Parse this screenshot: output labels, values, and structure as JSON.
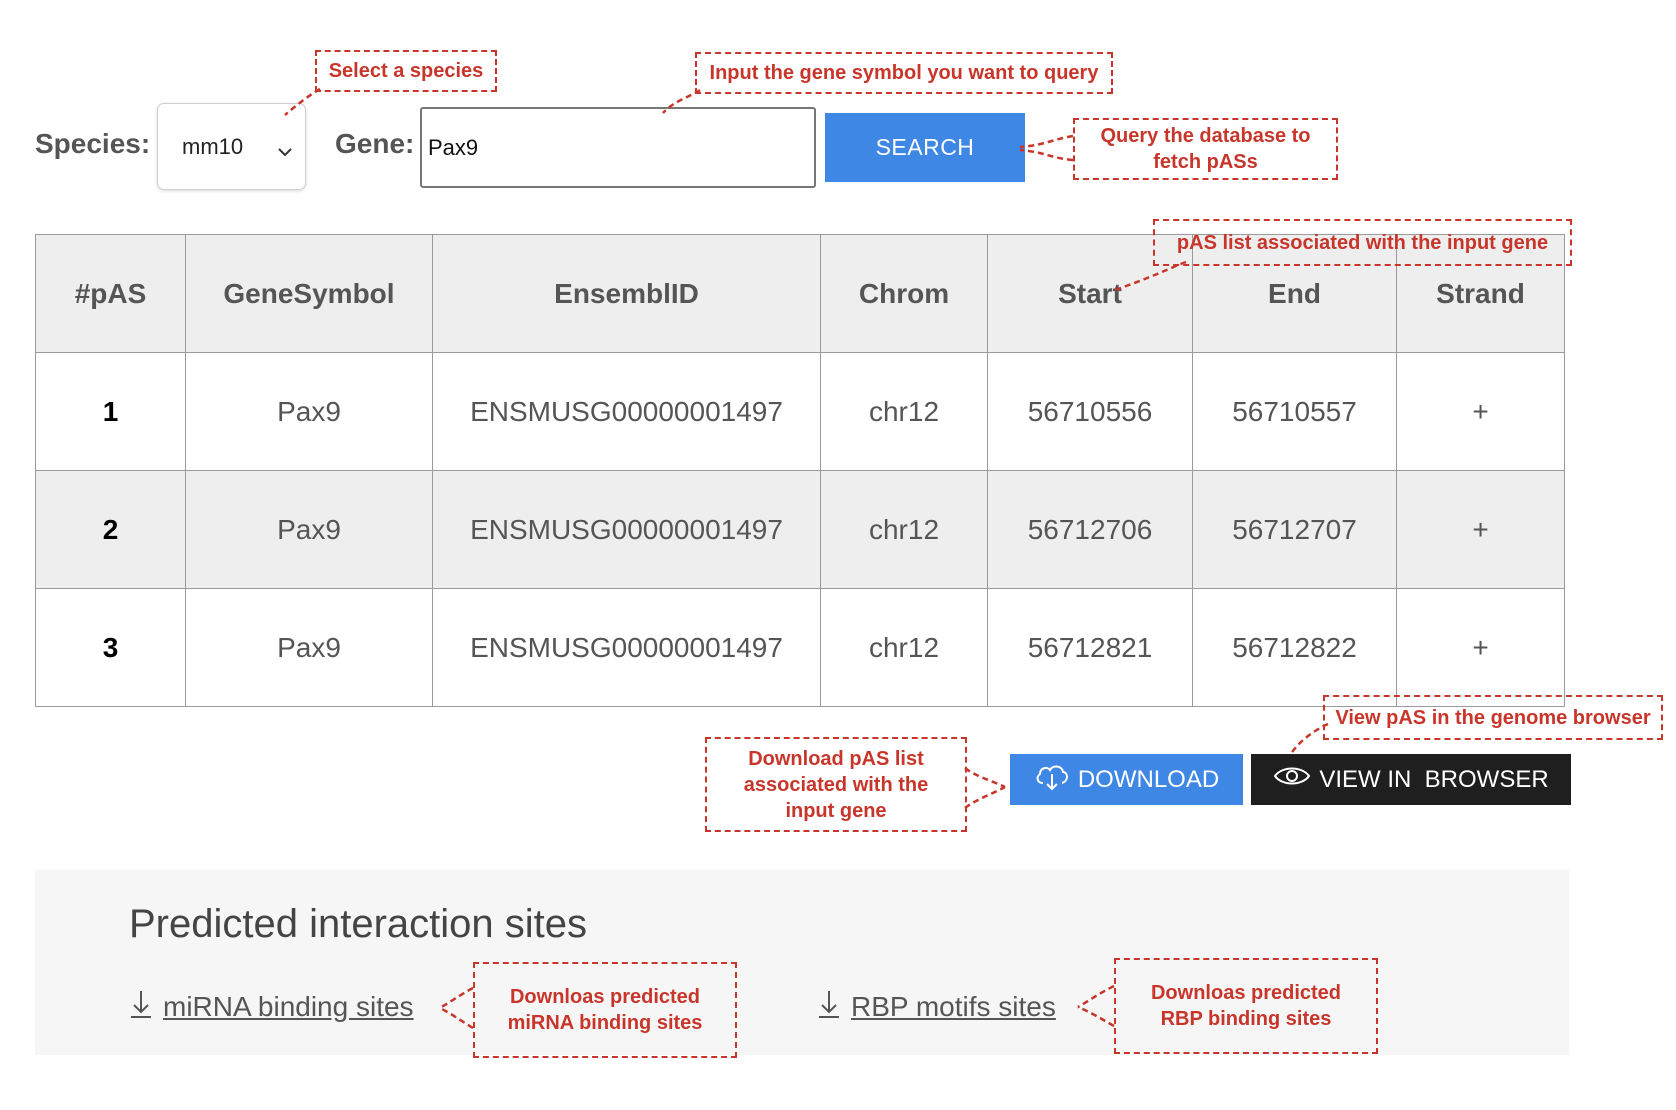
{
  "query": {
    "species_label": "Species:",
    "species_value": "mm10",
    "gene_label": "Gene:",
    "gene_value": "Pax9",
    "search_label": "SEARCH"
  },
  "table": {
    "headers": [
      "#pAS",
      "GeneSymbol",
      "EnsemblID",
      "Chrom",
      "Start",
      "End",
      "Strand"
    ],
    "rows": [
      [
        "1",
        "Pax9",
        "ENSMUSG00000001497",
        "chr12",
        "56710556",
        "56710557",
        "+"
      ],
      [
        "2",
        "Pax9",
        "ENSMUSG00000001497",
        "chr12",
        "56712706",
        "56712707",
        "+"
      ],
      [
        "3",
        "Pax9",
        "ENSMUSG00000001497",
        "chr12",
        "56712821",
        "56712822",
        "+"
      ]
    ]
  },
  "actions": {
    "download_label": "DOWNLOAD",
    "view_label": "VIEW IN  BROWSER"
  },
  "predicted": {
    "title": "Predicted interaction sites",
    "mirna_label": "miRNA binding sites",
    "rbp_label": "RBP motifs sites"
  },
  "annotations": {
    "select_species": "Select a species",
    "input_gene": "Input the gene symbol you want to query",
    "query_db": "Query the database to fetch pASs",
    "pas_list": "pAS list associated with the input gene",
    "view_pas": "View pAS in the genome browser",
    "download_list": "Download pAS list associated with the input gene",
    "download_mirna": "Downloas predicted miRNA binding sites",
    "download_rbp": "Downloas predicted RBP binding sites"
  },
  "colors": {
    "accent_blue": "#3f87e5",
    "dark_button": "#1f1f1f",
    "annotation_red": "#c8362b",
    "header_gray": "#eeeeee"
  },
  "icons": {
    "species_select": "chevron-down-icon",
    "download": "cloud-download-icon",
    "view": "eye-icon",
    "link_download": "arrow-down-icon"
  }
}
